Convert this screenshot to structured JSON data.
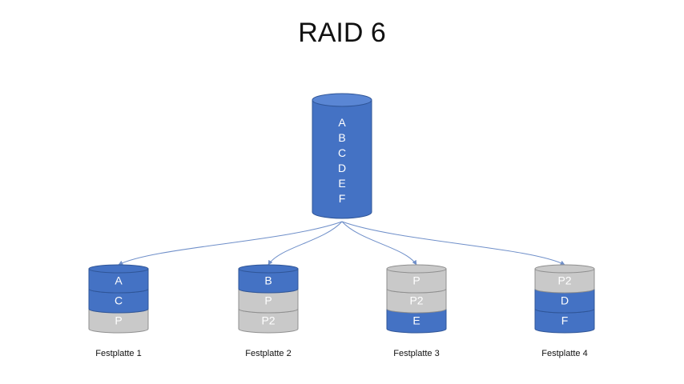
{
  "title": "RAID 6",
  "source": {
    "blocks": [
      "A",
      "B",
      "C",
      "D",
      "E",
      "F"
    ]
  },
  "colors": {
    "data": "#4472c4",
    "parity": "#c9c9c9",
    "stroke_data": "#2f5597",
    "stroke_parity": "#8f8f8f",
    "arrow": "#6f8fc9"
  },
  "disks": [
    {
      "label": "Festplatte 1",
      "segments": [
        {
          "text": "A",
          "kind": "data"
        },
        {
          "text": "C",
          "kind": "data"
        },
        {
          "text": "P",
          "kind": "parity"
        }
      ]
    },
    {
      "label": "Festplatte 2",
      "segments": [
        {
          "text": "B",
          "kind": "data"
        },
        {
          "text": "P",
          "kind": "parity"
        },
        {
          "text": "P2",
          "kind": "parity"
        }
      ]
    },
    {
      "label": "Festplatte 3",
      "segments": [
        {
          "text": "P",
          "kind": "parity"
        },
        {
          "text": "P2",
          "kind": "parity"
        },
        {
          "text": "E",
          "kind": "data"
        }
      ]
    },
    {
      "label": "Festplatte 4",
      "segments": [
        {
          "text": "P2",
          "kind": "parity"
        },
        {
          "text": "D",
          "kind": "data"
        },
        {
          "text": "F",
          "kind": "data"
        }
      ]
    }
  ]
}
